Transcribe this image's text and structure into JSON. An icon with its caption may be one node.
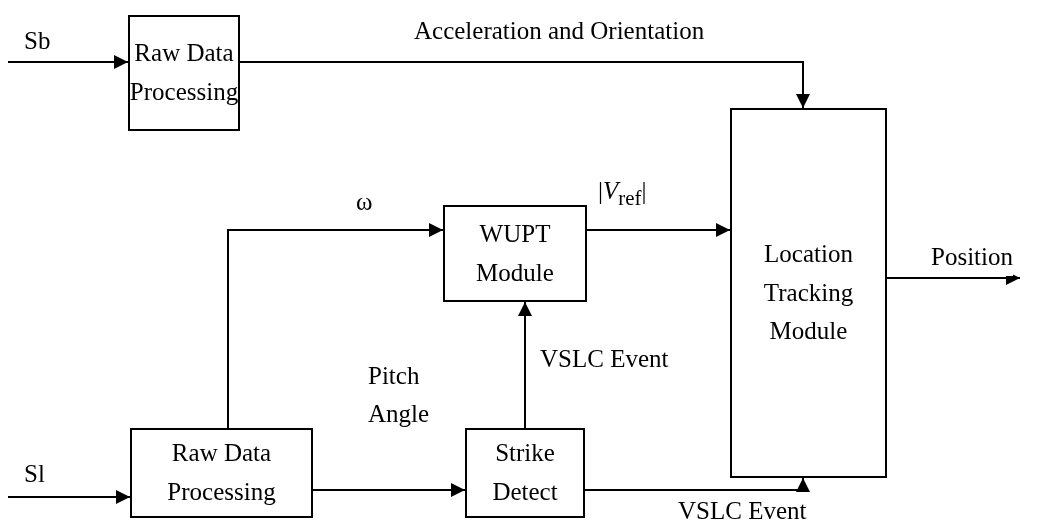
{
  "diagram": {
    "nodes": [
      {
        "text": [
          "Raw Data Processing"
        ]
      },
      {
        "text": [
          "WUPT Module"
        ]
      },
      {
        "text": [
          "Location Tracking Module"
        ]
      },
      {
        "text": [
          "Raw Data Processing"
        ]
      },
      {
        "text": [
          "Strike Detect"
        ]
      }
    ],
    "edges": [
      {
        "from": null,
        "to": 0,
        "arrow": "to",
        "label": "Sb"
      },
      {
        "from": 0,
        "to": 2,
        "arrow": "to",
        "label": "Acceleration and Orientation"
      },
      {
        "from": 3,
        "to": 1,
        "arrow": "to",
        "label": "ω"
      },
      {
        "from": 1,
        "to": 2,
        "arrow": "to",
        "label": "|*V*$_{ref}$|"
      },
      {
        "from": 4,
        "to": 1,
        "arrow": "to",
        "label": "VSLC Event"
      },
      {
        "from": null,
        "to": 3,
        "arrow": "to",
        "label": "Sl"
      },
      {
        "from": 3,
        "to": 4,
        "arrow": "to",
        "label": "Pitch Angle"
      },
      {
        "from": 4,
        "to": 2,
        "arrow": "to",
        "label": "VSLC Event"
      },
      {
        "from": 2,
        "to": null,
        "arrow": "to",
        "label": "Position"
      }
    ]
  }
}
